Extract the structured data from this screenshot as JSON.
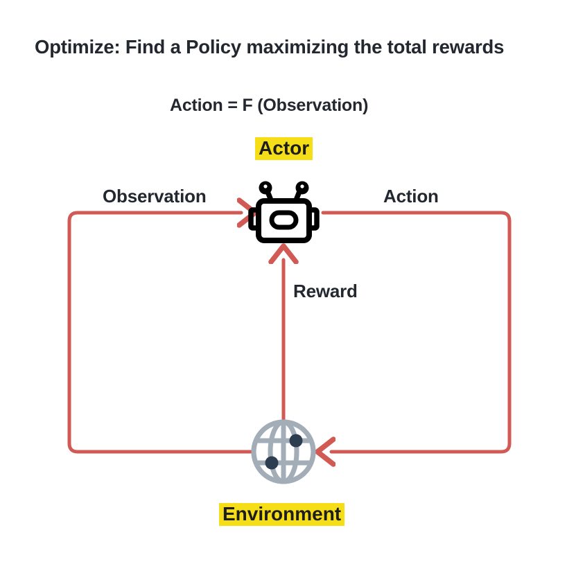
{
  "diagram": {
    "title": "Optimize: Find a Policy maximizing the total rewards",
    "formula": "Action = F (Observation)",
    "nodes": {
      "actor": {
        "label": "Actor",
        "icon": "robot-icon",
        "highlight_color": "#f5dd17"
      },
      "environment": {
        "label": "Environment",
        "icon": "globe-icon",
        "highlight_color": "#f5dd17",
        "icon_color": "#a3adb8",
        "dot_color": "#2d3e50"
      }
    },
    "edges": [
      {
        "name": "observation",
        "label": "Observation",
        "from": "environment",
        "to": "actor",
        "color": "#d25a54"
      },
      {
        "name": "action",
        "label": "Action",
        "from": "actor",
        "to": "environment",
        "color": "#d25a54"
      },
      {
        "name": "reward",
        "label": "Reward",
        "from": "environment",
        "to": "actor",
        "color": "#d25a54"
      }
    ],
    "colors": {
      "text": "#23272f",
      "arrow": "#d25a54",
      "highlight": "#f5dd17",
      "robot": "#000000",
      "globe": "#a3adb8",
      "background": "#ffffff"
    }
  }
}
